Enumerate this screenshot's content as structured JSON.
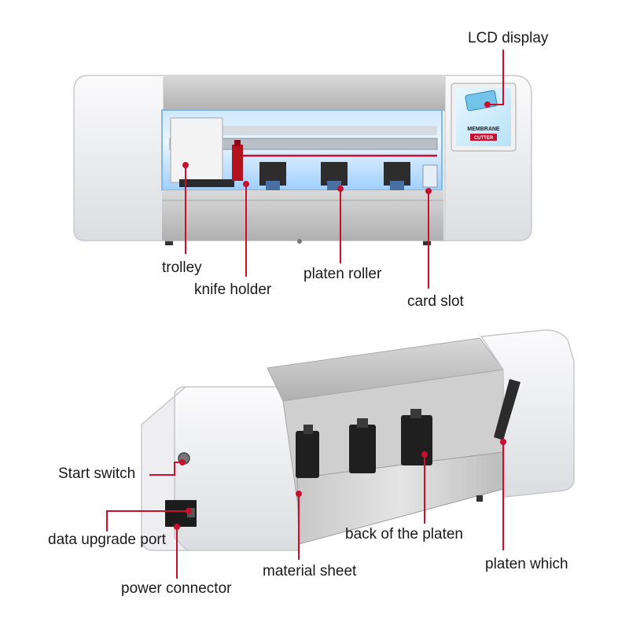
{
  "diagram": {
    "accent_color": "#c8102e",
    "product_screen_text": {
      "line1": "MEMBRANE",
      "line2": "CUTTER"
    },
    "front_view": {
      "labels": {
        "lcd_display": "LCD display",
        "trolley": "trolley",
        "knife_holder": "knife holder",
        "platen_roller": "platen roller",
        "card_slot": "card slot"
      }
    },
    "rear_view": {
      "labels": {
        "start_switch": "Start switch",
        "data_upgrade_port": "data upgrade port",
        "power_connector": "power connector",
        "material_sheet": "material sheet",
        "back_of_platen": "back of the platen",
        "platen_which": "platen which"
      }
    }
  }
}
